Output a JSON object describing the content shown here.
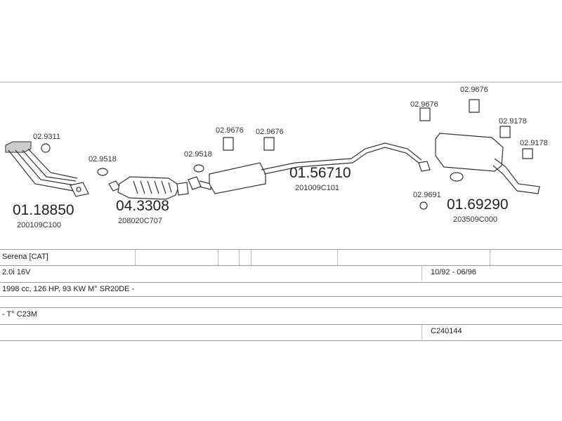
{
  "parts": [
    {
      "number": "01.18850",
      "oe": "200109C100"
    },
    {
      "number": "04.3308",
      "oe": "208020C707"
    },
    {
      "number": "01.56710",
      "oe": "201009C101"
    },
    {
      "number": "01.69290",
      "oe": "203509C000"
    }
  ],
  "fittings": {
    "f1": "02.9311",
    "f2": "02.9518",
    "f3": "02.9518",
    "f4": "02.9676",
    "f5": "02.9676",
    "f6": "02.9676",
    "f7": "02.9676",
    "f8": "02.9178",
    "f9": "02.9178",
    "f10": "02.9691"
  },
  "table": {
    "row1_model": "Serena  [CAT]",
    "row2_engine": "2.0i 16V",
    "row2_years": "10/92 - 06/96",
    "row3_spec": "1998 cc, 126 HP, 93 KW M° SR20DE -",
    "row4_code": "- T° C23M",
    "row5_ref": "C240144"
  }
}
